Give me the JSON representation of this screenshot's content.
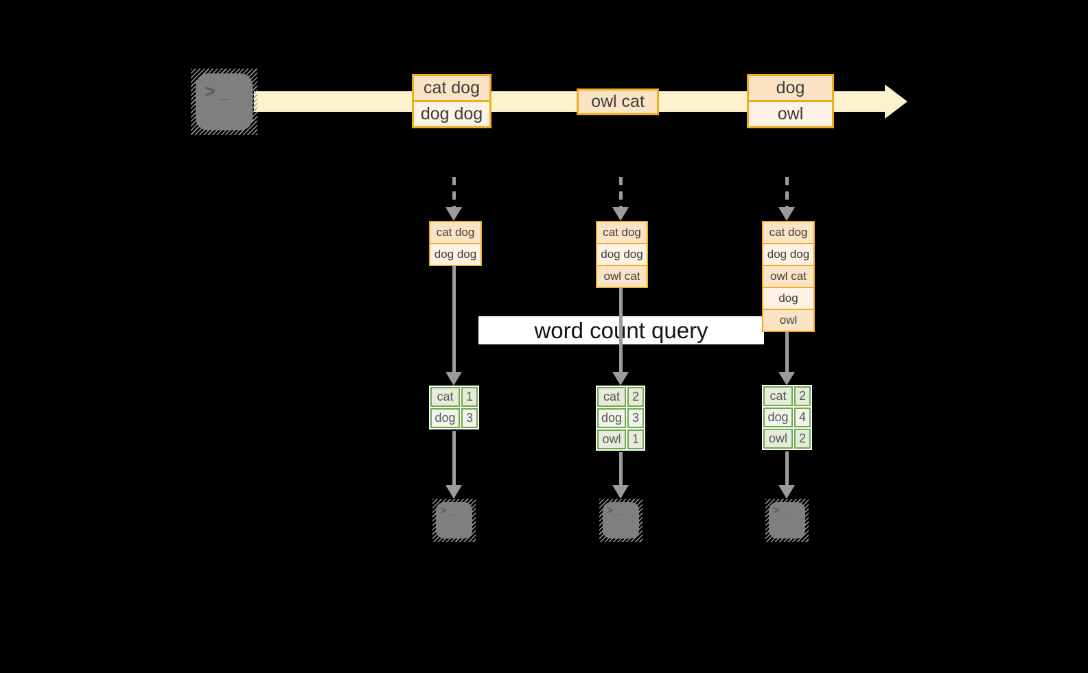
{
  "colors": {
    "background": "#000000",
    "stream_band": "#FCF2CE",
    "orange_border": "#F0AD1E",
    "orange_cell_dark": "#FBE3C5",
    "orange_cell_light": "#FDF2E3",
    "green_border": "#6FAA4C",
    "green_row": "#E5EDDA",
    "green_row_alt": "#F1F5EC",
    "arrow_gray": "#9B9B9B",
    "terminal_gray": "#7F7F7F",
    "query_background": "#FFFFFF"
  },
  "stream": {
    "batches": [
      {
        "cells": [
          "cat dog",
          "dog dog"
        ]
      },
      {
        "cells": [
          "owl cat"
        ]
      },
      {
        "cells": [
          "dog",
          "owl"
        ]
      }
    ]
  },
  "query": {
    "label": "word count query"
  },
  "columns": [
    {
      "buffer": [
        "cat dog",
        "dog dog"
      ],
      "counts": {
        "rows": [
          {
            "word": "cat",
            "count": "1"
          },
          {
            "word": "dog",
            "count": "3"
          }
        ]
      }
    },
    {
      "buffer": [
        "cat dog",
        "dog dog",
        "owl cat"
      ],
      "counts": {
        "rows": [
          {
            "word": "cat",
            "count": "2"
          },
          {
            "word": "dog",
            "count": "3"
          },
          {
            "word": "owl",
            "count": "1"
          }
        ]
      }
    },
    {
      "buffer": [
        "cat dog",
        "dog dog",
        "owl cat",
        "dog",
        "owl"
      ],
      "counts": {
        "rows": [
          {
            "word": "cat",
            "count": "2"
          },
          {
            "word": "dog",
            "count": "4"
          },
          {
            "word": "owl",
            "count": "2"
          }
        ]
      }
    }
  ],
  "terminal": {
    "glyph": "> _"
  }
}
